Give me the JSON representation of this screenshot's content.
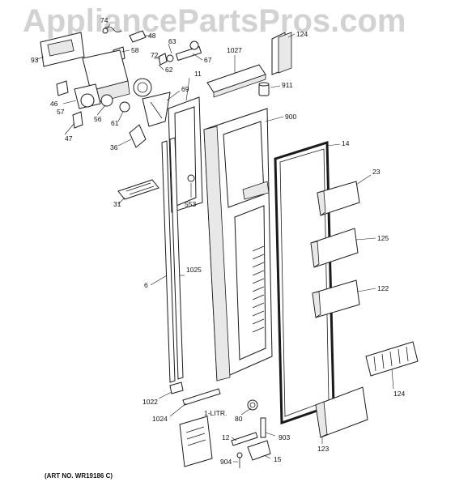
{
  "watermark": "AppliancePartsPros.com",
  "art_number": "(ART NO. WR19186 C)",
  "callouts": {
    "c74": "74",
    "c58": "58",
    "c93": "93",
    "c46": "46",
    "c57": "57",
    "c47": "47",
    "c56": "56",
    "c61": "61",
    "c36": "36",
    "c31": "31",
    "c48": "48",
    "c63": "63",
    "c72": "72",
    "c62": "62",
    "c67": "67",
    "c1027": "1027",
    "c124top": "124",
    "c911": "911",
    "c69": "69",
    "c11": "11",
    "c900": "900",
    "c14": "14",
    "c23": "23",
    "c553": "553",
    "c125": "125",
    "c6": "6",
    "c1025": "1025",
    "c122": "122",
    "c124": "124",
    "c1022": "1022",
    "c1024": "1024",
    "c1litr": "1-LITR.",
    "c80": "80",
    "c12": "12",
    "c903": "903",
    "c123": "123",
    "c904": "904",
    "c15": "15"
  }
}
